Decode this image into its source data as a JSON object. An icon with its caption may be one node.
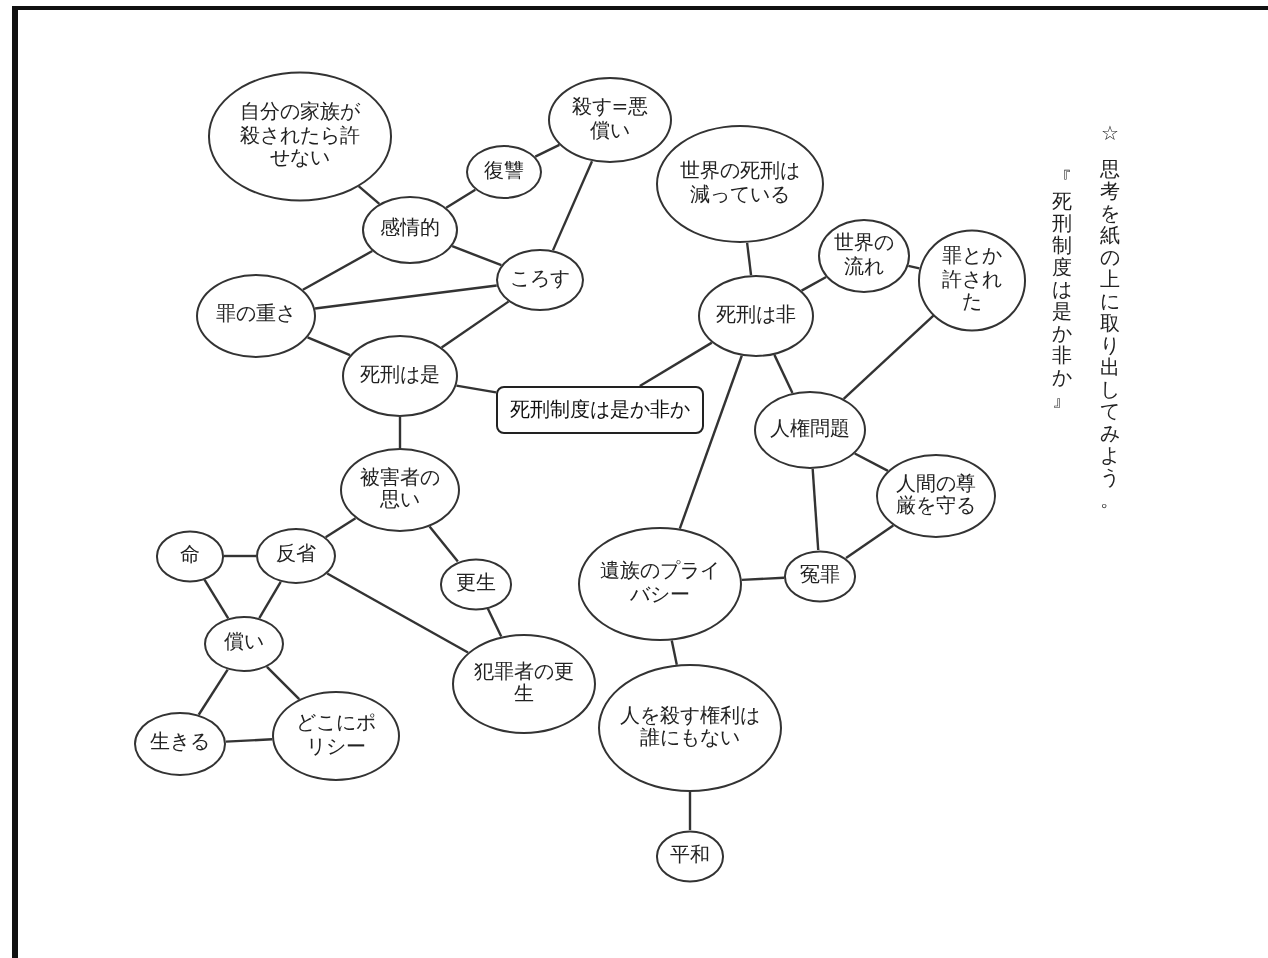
{
  "diagram": {
    "nodes": [
      {
        "text": [
          "死刑制度は是か非か"
        ]
      },
      {
        "text": [
          "自分の家族が殺されたら許せない"
        ]
      },
      {
        "text": [
          "感情的"
        ]
      },
      {
        "text": [
          "復讐"
        ]
      },
      {
        "text": [
          "殺す=悪償い"
        ]
      },
      {
        "text": [
          "ころす"
        ]
      },
      {
        "text": [
          "罪の重さ"
        ]
      },
      {
        "text": [
          "死刑は是"
        ]
      },
      {
        "text": [
          "被害者の思い"
        ]
      },
      {
        "text": [
          "反省"
        ]
      },
      {
        "text": [
          "命"
        ]
      },
      {
        "text": [
          "償い"
        ]
      },
      {
        "text": [
          "更生"
        ]
      },
      {
        "text": [
          "犯罪者の更生"
        ]
      },
      {
        "text": [
          "生きる"
        ]
      },
      {
        "text": [
          "どこにポリシー"
        ]
      },
      {
        "text": [
          "世界の死刑は減っている"
        ]
      },
      {
        "text": [
          "死刑は非"
        ]
      },
      {
        "text": [
          "世界の流れ"
        ]
      },
      {
        "text": [
          "罪とか許された"
        ]
      },
      {
        "text": [
          "人権問題"
        ]
      },
      {
        "text": [
          "人間の尊厳を守る"
        ]
      },
      {
        "text": [
          "冤罪"
        ]
      },
      {
        "text": [
          "遺族のプライバシー"
        ]
      },
      {
        "text": [
          "人を殺す権利は誰にもない"
        ]
      },
      {
        "text": [
          "平和"
        ]
      }
    ],
    "edges": [
      {
        "from": 1,
        "to": 2,
        "arrow": "none"
      },
      {
        "from": 2,
        "to": 3,
        "arrow": "none"
      },
      {
        "from": 3,
        "to": 4,
        "arrow": "none"
      },
      {
        "from": 4,
        "to": 5,
        "arrow": "none"
      },
      {
        "from": 2,
        "to": 5,
        "arrow": "none"
      },
      {
        "from": 2,
        "to": 6,
        "arrow": "none"
      },
      {
        "from": 6,
        "to": 5,
        "arrow": "none"
      },
      {
        "from": 6,
        "to": 7,
        "arrow": "none"
      },
      {
        "from": 7,
        "to": 5,
        "arrow": "none"
      },
      {
        "from": 7,
        "to": 0,
        "arrow": "none"
      },
      {
        "from": 7,
        "to": 8,
        "arrow": "none"
      },
      {
        "from": 8,
        "to": 9,
        "arrow": "none"
      },
      {
        "from": 8,
        "to": 12,
        "arrow": "none"
      },
      {
        "from": 9,
        "to": 10,
        "arrow": "none"
      },
      {
        "from": 9,
        "to": 11,
        "arrow": "none"
      },
      {
        "from": 9,
        "to": 13,
        "arrow": "none"
      },
      {
        "from": 12,
        "to": 13,
        "arrow": "none"
      },
      {
        "from": 10,
        "to": 11,
        "arrow": "none"
      },
      {
        "from": 11,
        "to": 14,
        "arrow": "none"
      },
      {
        "from": 11,
        "to": 15,
        "arrow": "none"
      },
      {
        "from": 14,
        "to": 15,
        "arrow": "none"
      },
      {
        "from": 0,
        "to": 17,
        "arrow": "none"
      },
      {
        "from": 17,
        "to": 16,
        "arrow": "none"
      },
      {
        "from": 17,
        "to": 18,
        "arrow": "none"
      },
      {
        "from": 18,
        "to": 19,
        "arrow": "none"
      },
      {
        "from": 19,
        "to": 20,
        "arrow": "none"
      },
      {
        "from": 17,
        "to": 20,
        "arrow": "none"
      },
      {
        "from": 17,
        "to": 23,
        "arrow": "none"
      },
      {
        "from": 20,
        "to": 22,
        "arrow": "none"
      },
      {
        "from": 20,
        "to": 21,
        "arrow": "none"
      },
      {
        "from": 21,
        "to": 22,
        "arrow": "none"
      },
      {
        "from": 22,
        "to": 23,
        "arrow": "none"
      },
      {
        "from": 23,
        "to": 24,
        "arrow": "none"
      },
      {
        "from": 24,
        "to": 25,
        "arrow": "none"
      }
    ],
    "labels": [
      "☆",
      "思考を紙の上に取り出してみよう。",
      "『死刑制度は是か非か』"
    ]
  }
}
